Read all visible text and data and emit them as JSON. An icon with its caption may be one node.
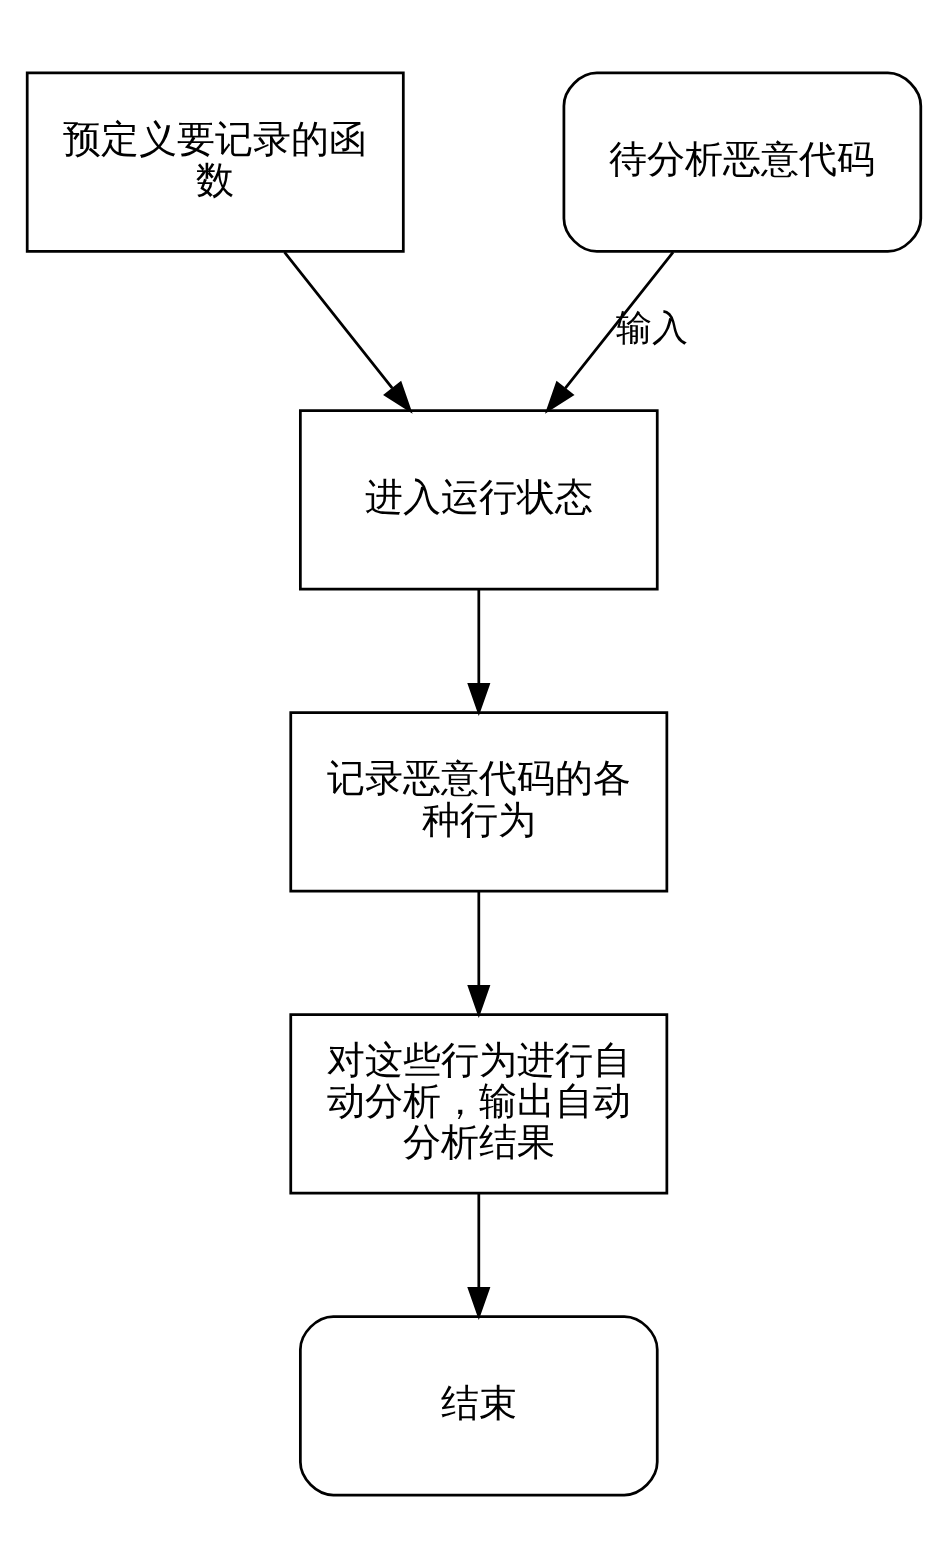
{
  "diagram": {
    "nodes": [
      {
        "text": [
          "待分析恶意代码"
        ]
      },
      {
        "text": [
          "预定义要记录的函数"
        ]
      },
      {
        "text": [
          "进入运行状态"
        ]
      },
      {
        "text": [
          "记录恶意代码的各种行为"
        ]
      },
      {
        "text": [
          "对这些行为进行自动分析，输出自动分析结果"
        ]
      },
      {
        "text": [
          "结束"
        ]
      }
    ],
    "edges": [
      {
        "from": 0,
        "to": 2,
        "arrow": "to",
        "label": "输入"
      },
      {
        "from": 1,
        "to": 2,
        "arrow": "to"
      },
      {
        "from": 2,
        "to": 3,
        "arrow": "to"
      },
      {
        "from": 3,
        "to": 4,
        "arrow": "to"
      },
      {
        "from": 4,
        "to": 5,
        "arrow": "to"
      }
    ]
  }
}
